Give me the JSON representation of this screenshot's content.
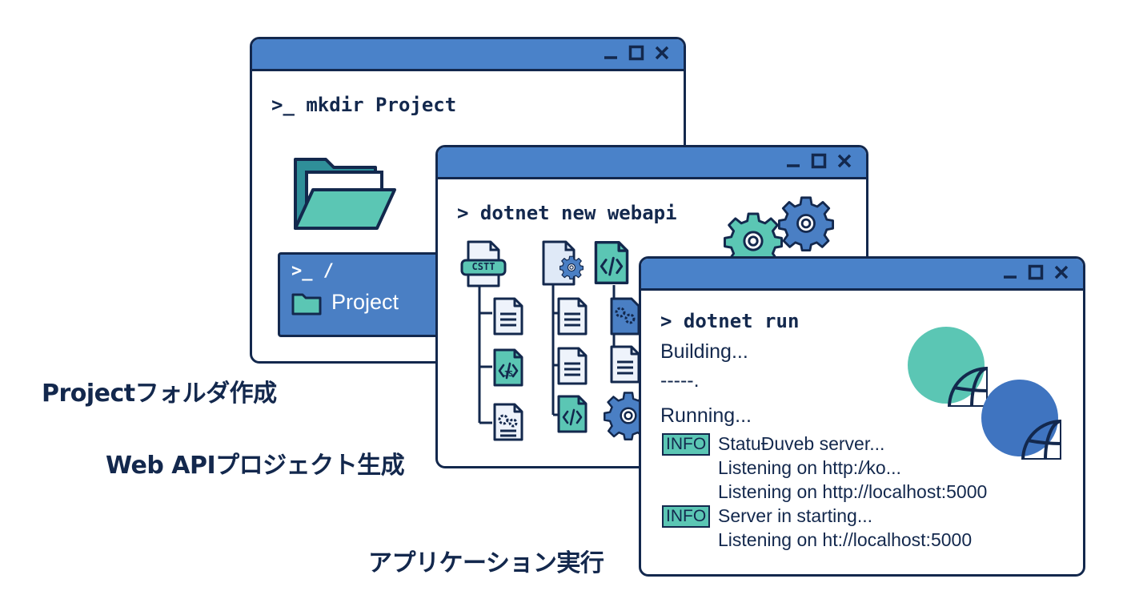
{
  "captions": {
    "step1": "Projectフォルダ作成",
    "step2": "Web APIプロジェクト生成",
    "step3": "アプリケーション実行"
  },
  "window1": {
    "command": ">_ mkdir Project",
    "panel_prompt": ">_ /",
    "panel_folder_label": "Project"
  },
  "window2": {
    "command": "> dotnet new webapi",
    "file_labels": {
      "cstt": "CSTT",
      "js": "JS"
    }
  },
  "window3": {
    "command": "> dotnet run",
    "lines": {
      "building": "Building...",
      "dashes": "-----.",
      "running": "Running...",
      "badge1": "INFO",
      "log1": "StatuĐuveb server...",
      "log2": "Listening on http:/⁄ko...",
      "log3": "Listening on http://localhost:5000",
      "badge2": "INFO",
      "log4": "Server in starting...",
      "log5": "Listening on ht://localhost:5000"
    }
  },
  "colors": {
    "navy": "#13284d",
    "titlebar_blue": "#4a82c9",
    "teal": "#5bc6b4",
    "panel_blue": "#4a7fc4",
    "globe_blue": "#3f74c0"
  },
  "icons": [
    "minimize-icon",
    "maximize-icon",
    "close-icon",
    "folder-icon",
    "file-icon",
    "code-file-icon",
    "gear-icon",
    "globe-icon"
  ]
}
